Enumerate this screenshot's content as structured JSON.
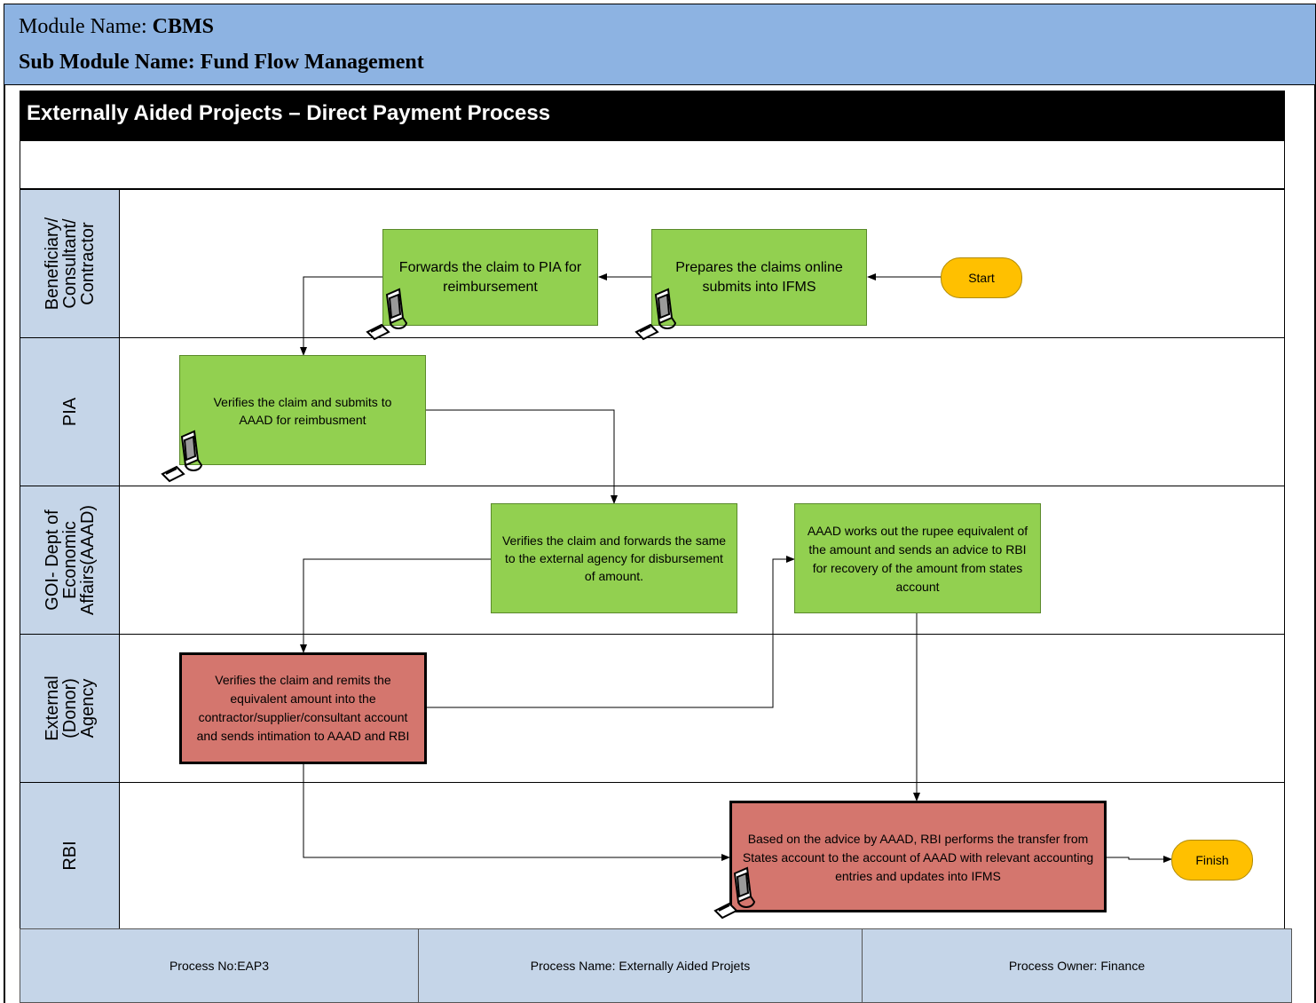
{
  "header": {
    "module_label": "Module Name: ",
    "module_value": "CBMS",
    "submodule": "Sub Module Name: Fund Flow Management"
  },
  "title": "Externally Aided Projects – Direct Payment Process",
  "lanes": [
    {
      "label": "Beneficiary/\nConsultant/\nContractor"
    },
    {
      "label": "PIA"
    },
    {
      "label": "GOI- Dept of\nEconomic\nAffairs(AAAD)"
    },
    {
      "label": "External\n(Donor)\nAgency"
    },
    {
      "label": "RBI"
    }
  ],
  "steps": {
    "start": "Start",
    "prepare": "Prepares the claims online submits into IFMS",
    "forward": "Forwards the claim to PIA for reimbursement",
    "pia_verify": "Verifies the claim and submits to AAAD for reimbusment",
    "aaad_verify": "Verifies the claim and forwards the same to the external agency for disbursement of amount.",
    "aaad_rupee": "AAAD works out the rupee equivalent of the amount and sends an advice to RBI for recovery of the amount from states account",
    "donor_remit": "Verifies the claim and remits the equivalent amount into the contractor/supplier/consultant account and sends intimation to AAAD and RBI",
    "rbi_transfer": "Based on the advice by AAAD, RBI performs the transfer from States account to the account of AAAD with relevant accounting entries and updates into IFMS",
    "finish": "Finish"
  },
  "footer": {
    "process_no": "Process No:EAP3",
    "process_name": "Process Name: Externally Aided Projets",
    "process_owner": "Process Owner: Finance"
  },
  "colors": {
    "header_bg": "#8db3e2",
    "lane_label_bg": "#c5d5e8",
    "green_box": "#92d050",
    "red_box": "#d4766e",
    "terminal": "#ffc000"
  }
}
